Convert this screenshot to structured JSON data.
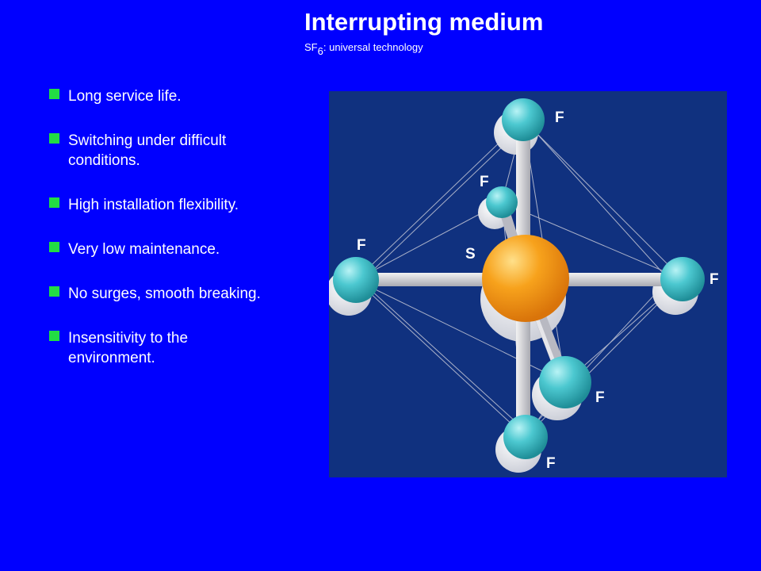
{
  "header": {
    "title": "Interrupting medium",
    "subtitle_prefix": "SF",
    "subtitle_sub": "6",
    "subtitle_rest": ": universal technology"
  },
  "bullets": [
    {
      "line1": "Long service life.",
      "line2": ""
    },
    {
      "line1": "Switching under difficult",
      "line2": "conditions."
    },
    {
      "line1": "High installation flexibility.",
      "line2": ""
    },
    {
      "line1": "Very low maintenance.",
      "line2": ""
    },
    {
      "line1": "No surges, smooth breaking.",
      "line2": ""
    },
    {
      "line1": "Insensitivity to the",
      "line2": "environment."
    }
  ],
  "diagram": {
    "labels": {
      "center": "S",
      "top": "F",
      "back": "F",
      "left": "F",
      "right": "F",
      "front": "F",
      "bottom": "F"
    },
    "colors": {
      "background": "#10317f",
      "sulfur": "#f7a21c",
      "fluorine": "#4cc8d0",
      "bond": "#c8c8c8"
    }
  }
}
